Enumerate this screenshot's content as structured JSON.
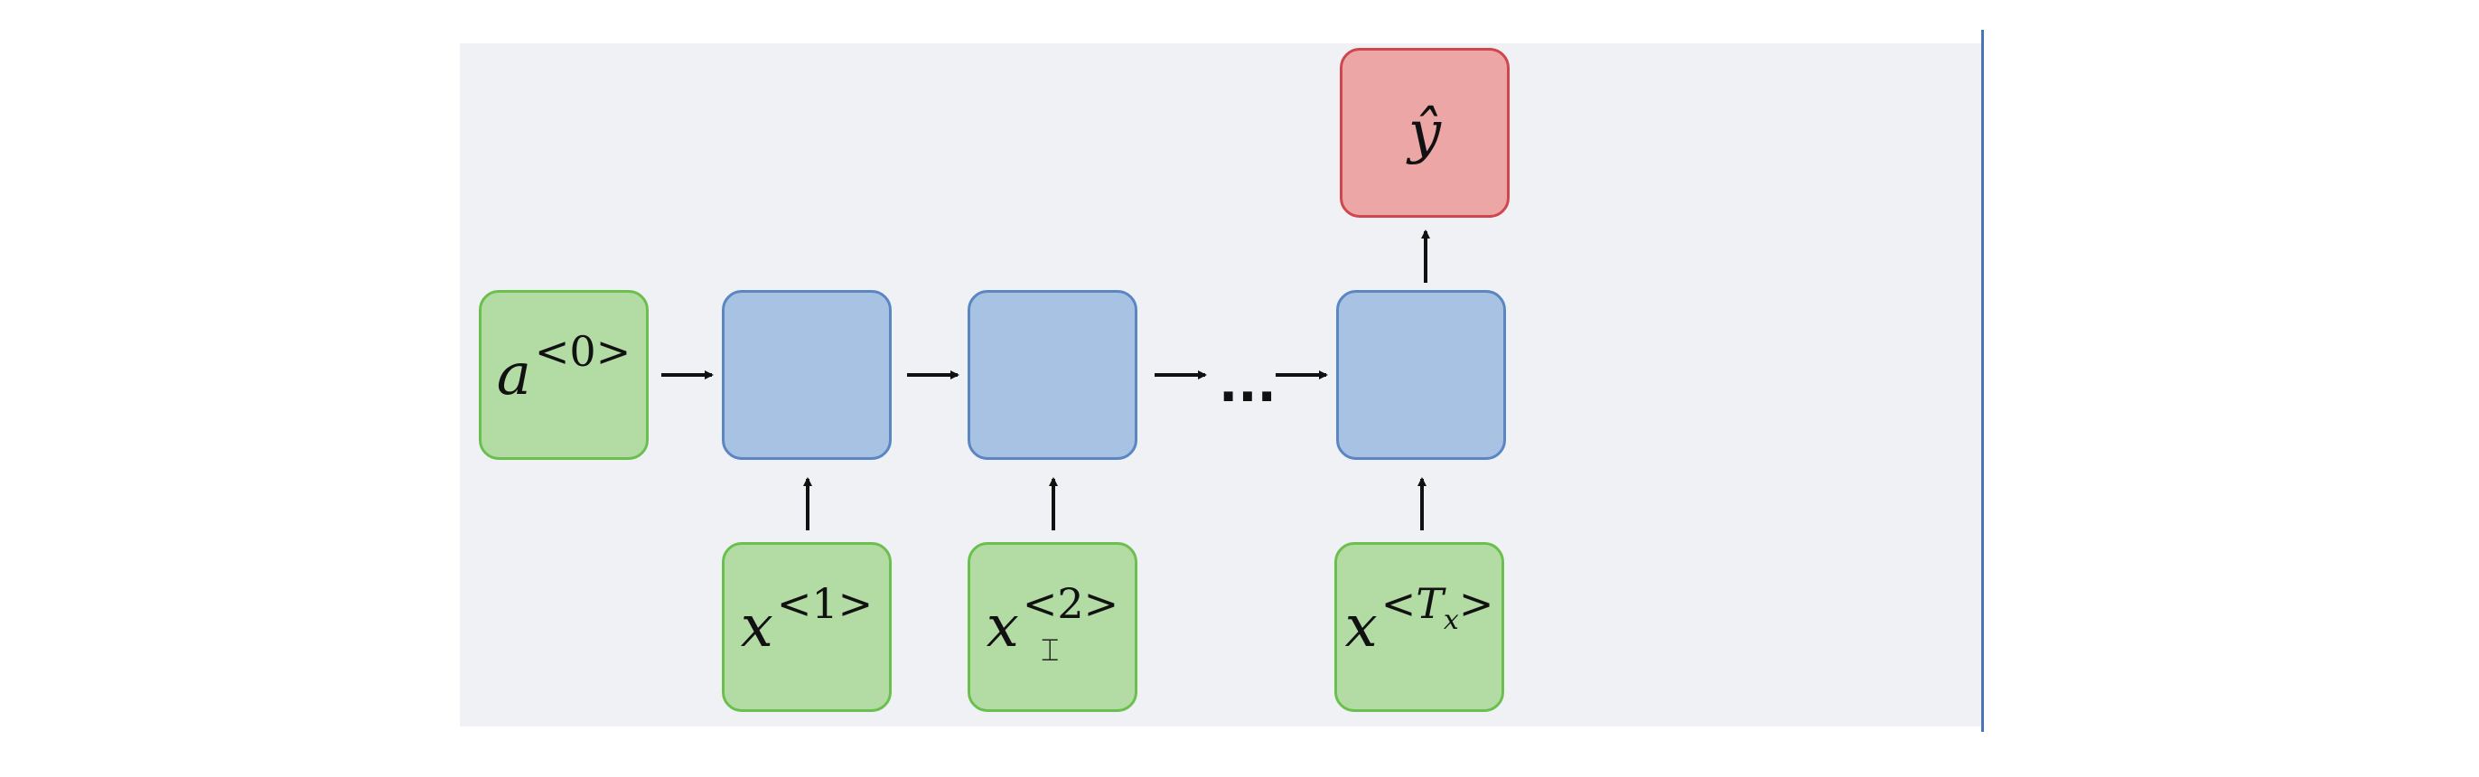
{
  "diagram": {
    "initial_activation": {
      "base": "a",
      "sup": "<0>"
    },
    "inputs": [
      {
        "base": "x",
        "sup": "<1>"
      },
      {
        "base": "x",
        "sup": "<2>"
      },
      {
        "base": "x",
        "sup_prefix": "<",
        "sup_var": "T",
        "sup_sub": "x",
        "sup_suffix": ">"
      }
    ],
    "output": {
      "label": "ŷ"
    },
    "ellipsis": "...",
    "colors": {
      "input_fill": "#b3dba4",
      "cell_fill": "#a7c2e2",
      "output_fill": "#eca6a6",
      "background": "#f0f1f4"
    }
  }
}
